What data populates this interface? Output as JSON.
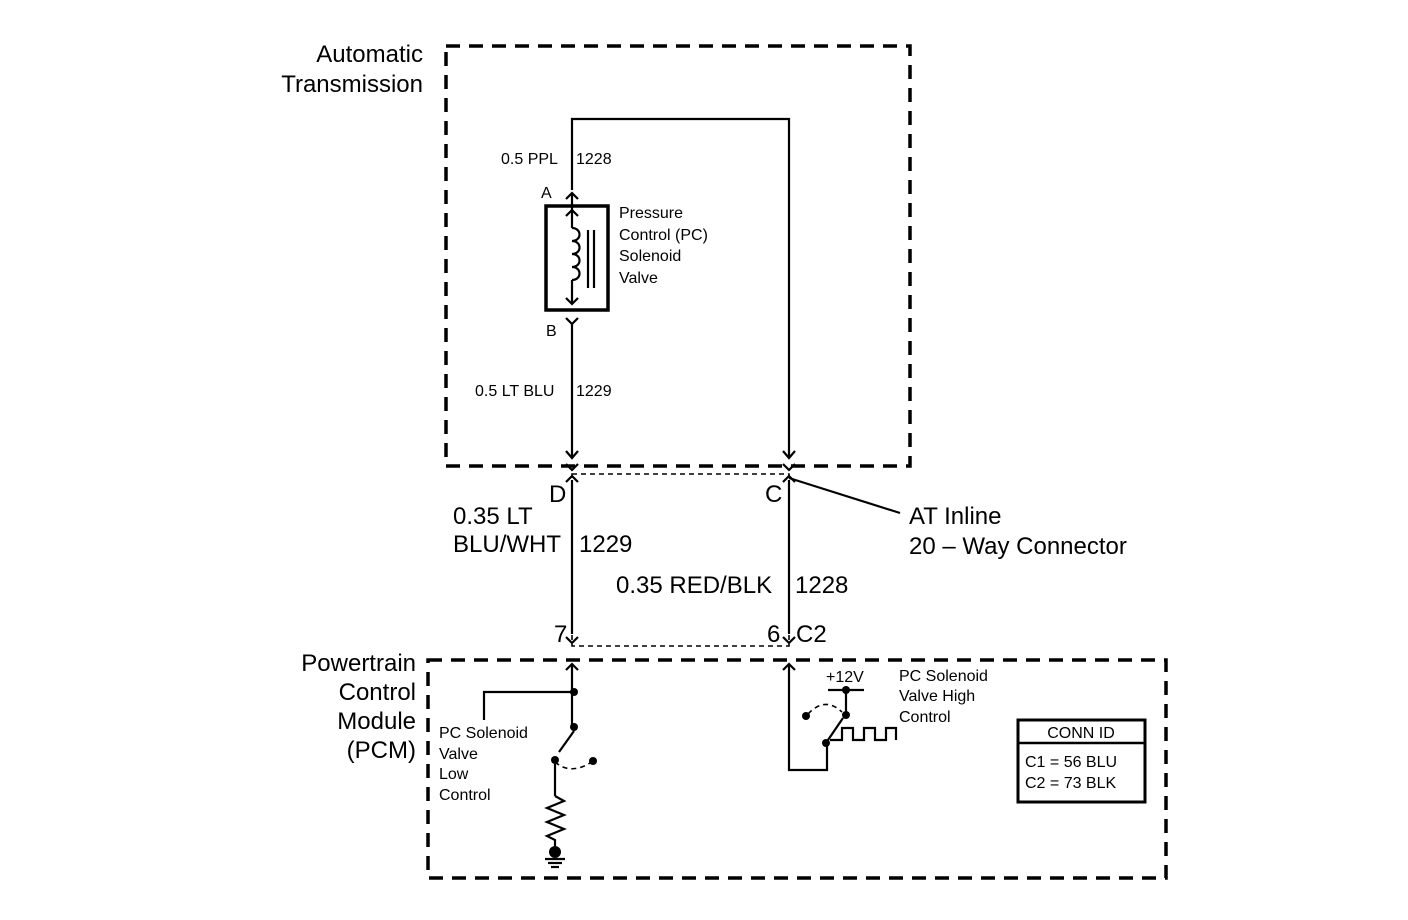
{
  "modules": {
    "transmission": {
      "line1": "Automatic",
      "line2": "Transmission"
    },
    "pcm": {
      "line1": "Powertrain",
      "line2": "Control",
      "line3": "Module",
      "line4": "(PCM)"
    }
  },
  "solenoid": {
    "line1": "Pressure",
    "line2": "Control (PC)",
    "line3": "Solenoid",
    "line4": "Valve",
    "pin_a": "A",
    "pin_b": "B"
  },
  "wires": {
    "upper_ppl": {
      "gauge_color": "0.5 PPL",
      "circuit": "1228"
    },
    "upper_ltblu": {
      "gauge_color": "0.5 LT BLU",
      "circuit": "1229"
    },
    "lower_ltblu": {
      "gauge_color_line1": "0.35 LT",
      "gauge_color_line2": "BLU/WHT",
      "circuit": "1229"
    },
    "lower_redblk": {
      "gauge_color": "0.35 RED/BLK",
      "circuit": "1228"
    }
  },
  "inline_connector": {
    "pin_d": "D",
    "pin_c": "C",
    "label_line1": "AT Inline",
    "label_line2": "20 – Way Connector"
  },
  "pcm_connector": {
    "pin_7": "7",
    "pin_6": "6",
    "conn": "C2"
  },
  "pcm_internals": {
    "voltage": "+12V",
    "high_control": {
      "line1": "PC  Solenoid",
      "line2": "Valve High",
      "line3": "Control"
    },
    "low_control": {
      "line1": "PC Solenoid",
      "line2": "Valve",
      "line3": "Low",
      "line4": "Control"
    }
  },
  "conn_id": {
    "title": "CONN ID",
    "row1": "C1  =  56 BLU",
    "row2": "C2  =  73 BLK"
  }
}
